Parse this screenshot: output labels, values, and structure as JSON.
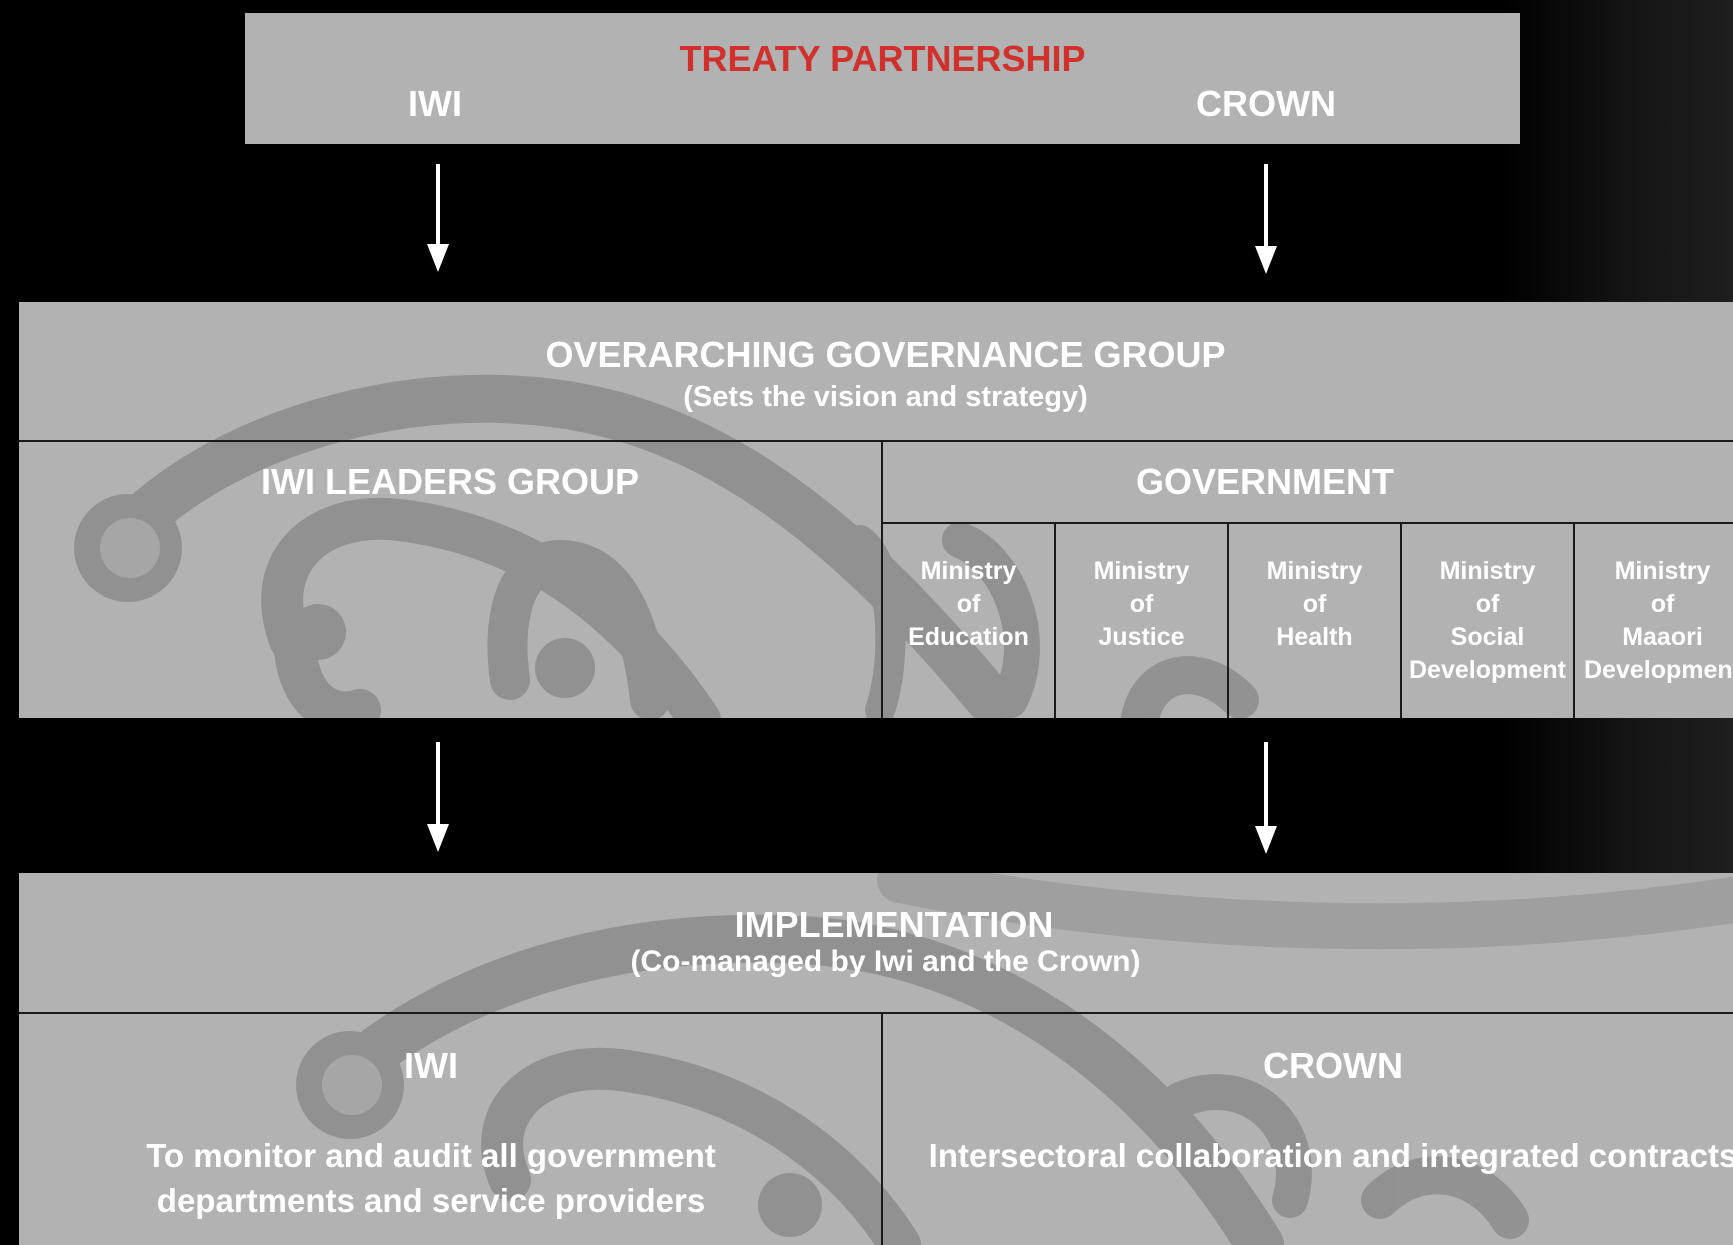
{
  "colors": {
    "box_fill": "#b2b2b2",
    "title_red": "#d0312d",
    "text": "#ffffff",
    "koru": "#8c8c8c"
  },
  "treaty": {
    "title": "TREATY PARTNERSHIP",
    "left": "IWI",
    "right": "CROWN"
  },
  "governance": {
    "title": "OVERARCHING GOVERNANCE GROUP",
    "subtitle": "(Sets the vision and strategy)",
    "iwi_group": "IWI LEADERS GROUP",
    "government": "GOVERNMENT",
    "ministries": [
      {
        "line1": "Ministry",
        "line2": "of",
        "line3": "Education",
        "line4": ""
      },
      {
        "line1": "Ministry",
        "line2": "of",
        "line3": "Justice",
        "line4": ""
      },
      {
        "line1": "Ministry",
        "line2": "of",
        "line3": "Health",
        "line4": ""
      },
      {
        "line1": "Ministry",
        "line2": "of",
        "line3": "Social",
        "line4": "Development"
      },
      {
        "line1": "Ministry",
        "line2": "of",
        "line3": "Maaori",
        "line4": "Development"
      }
    ]
  },
  "implementation": {
    "title": "IMPLEMENTATION",
    "subtitle": "(Co-managed by Iwi and the Crown)",
    "iwi": {
      "heading": "IWI",
      "line1": "To monitor and audit all government",
      "line2": "departments and service providers"
    },
    "crown": {
      "heading": "CROWN",
      "text": "Intersectoral collaboration and integrated contracts"
    }
  },
  "icons": {
    "arrow": "down-arrow-icon",
    "motif": "koru-motif"
  }
}
